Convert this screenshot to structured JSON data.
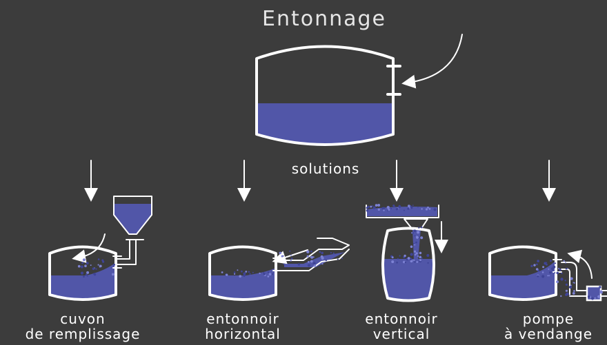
{
  "title": "Entonnage",
  "center_label": "solutions",
  "methods": [
    {
      "line1": "cuvon",
      "line2": "de remplissage"
    },
    {
      "line1": "entonnoir",
      "line2": "horizontal"
    },
    {
      "line1": "entonnoir",
      "line2": "vertical"
    },
    {
      "line1": "pompe",
      "line2": "à vendange"
    }
  ],
  "colors": {
    "background": "#3c3c3c",
    "liquid": "#5156a8",
    "line": "#ffffff",
    "title": "#e6e6e6"
  }
}
